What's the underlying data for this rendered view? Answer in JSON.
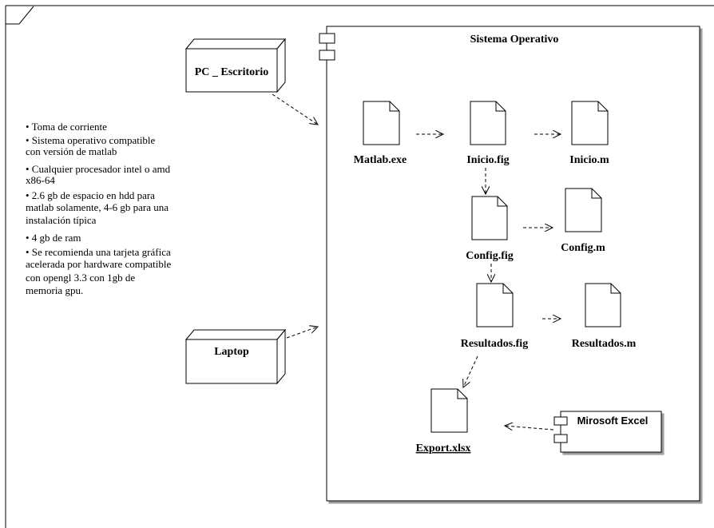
{
  "system": {
    "title": "Sistema Operativo"
  },
  "nodes": {
    "pc": "PC _ Escritorio",
    "laptop": "Laptop"
  },
  "notes": [
    "• Toma de corriente",
    "• Sistema operativo compatible",
    "con versión de matlab",
    "• Cualquier procesador intel o amd",
    "x86-64",
    "• 2.6 gb de espacio en hdd para",
    "matlab solamente, 4-6 gb para una",
    "instalación típica",
    "• 4 gb de ram",
    "• Se recomienda una tarjeta gráfica",
    "acelerada por hardware compatible",
    "con opengl 3.3 con 1gb de",
    "memoria gpu."
  ],
  "artifacts": {
    "matlab_exe": "Matlab.exe",
    "inicio_fig": "Inicio.fig",
    "inicio_m": "Inicio.m",
    "config_fig": "Config.fig",
    "config_m": "Config.m",
    "resultados_fig": "Resultados.fig",
    "resultados_m": "Resultados.m",
    "export_xlsx": "Export.xlsx"
  },
  "components": {
    "excel": "Mirosoft Excel"
  }
}
